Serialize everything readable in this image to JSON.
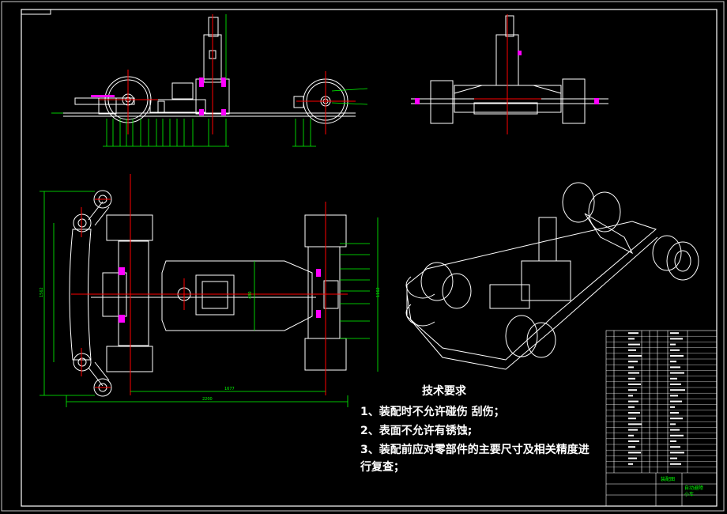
{
  "drawing": {
    "tech_title": "技术要求",
    "notes": [
      "1、装配时不允许碰伤  刮伤；",
      "2、表面不允许有锈蚀;",
      "3、装配前应对零部件的主要尺寸及相关精度进",
      "行复查；"
    ],
    "title_block": {
      "drawing_name": "装配图",
      "product_name_line1": "自动避障",
      "product_name_line2": "小车"
    },
    "dimensions": {
      "overall_length": "2200",
      "wheelbase": "1677",
      "width_left": "1562",
      "width_right": "1162",
      "middle_width": "480"
    },
    "colors": {
      "background": "#000000",
      "outline": "#ffffff",
      "centerline": "#ff0000",
      "dimension": "#00ff00",
      "leader": "#00ff00"
    }
  }
}
